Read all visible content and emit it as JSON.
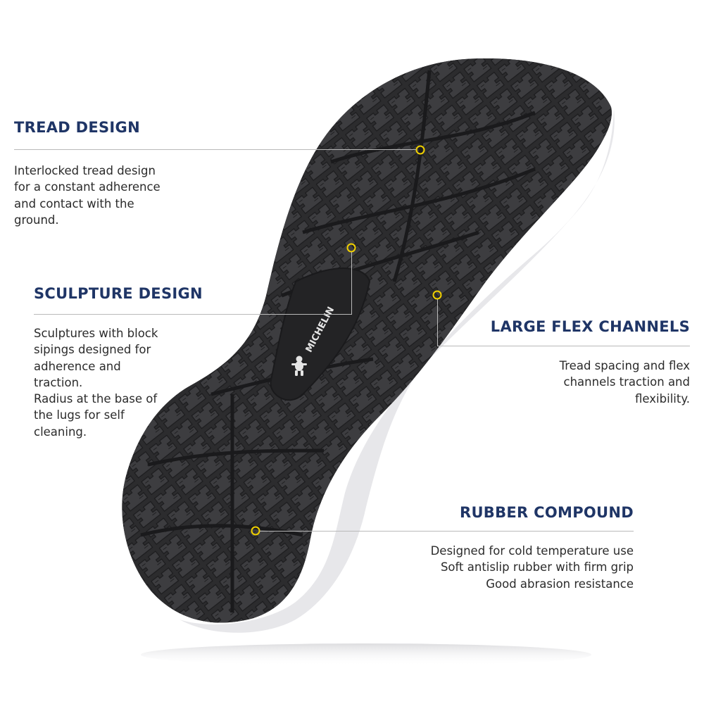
{
  "colors": {
    "heading": "#1f3566",
    "body_text": "#2b2b2b",
    "leader_line": "#b9b9b9",
    "marker": "#f0d000",
    "sole_rubber": "#2c2c2e",
    "midsole": "#e7e7ea"
  },
  "sole": {
    "brand_logo_text": "MICHELIN",
    "mascot": "bibendum-icon"
  },
  "callouts": {
    "tread": {
      "title": "TREAD DESIGN",
      "description": "Interlocked tread design\nfor a constant adherence\nand contact with the\nground."
    },
    "sculpture": {
      "title": "SCULPTURE DESIGN",
      "description": "Sculptures with block\nsipings designed for\nadherence and\ntraction.\nRadius at the base of\nthe lugs for self\ncleaning."
    },
    "flex": {
      "title": "LARGE FLEX CHANNELS",
      "description": "Tread spacing and flex\nchannels traction and\nflexibility."
    },
    "rubber": {
      "title": "RUBBER COMPOUND",
      "description": "Designed for cold temperature use\nSoft antislip rubber with firm grip\nGood abrasion resistance"
    }
  }
}
